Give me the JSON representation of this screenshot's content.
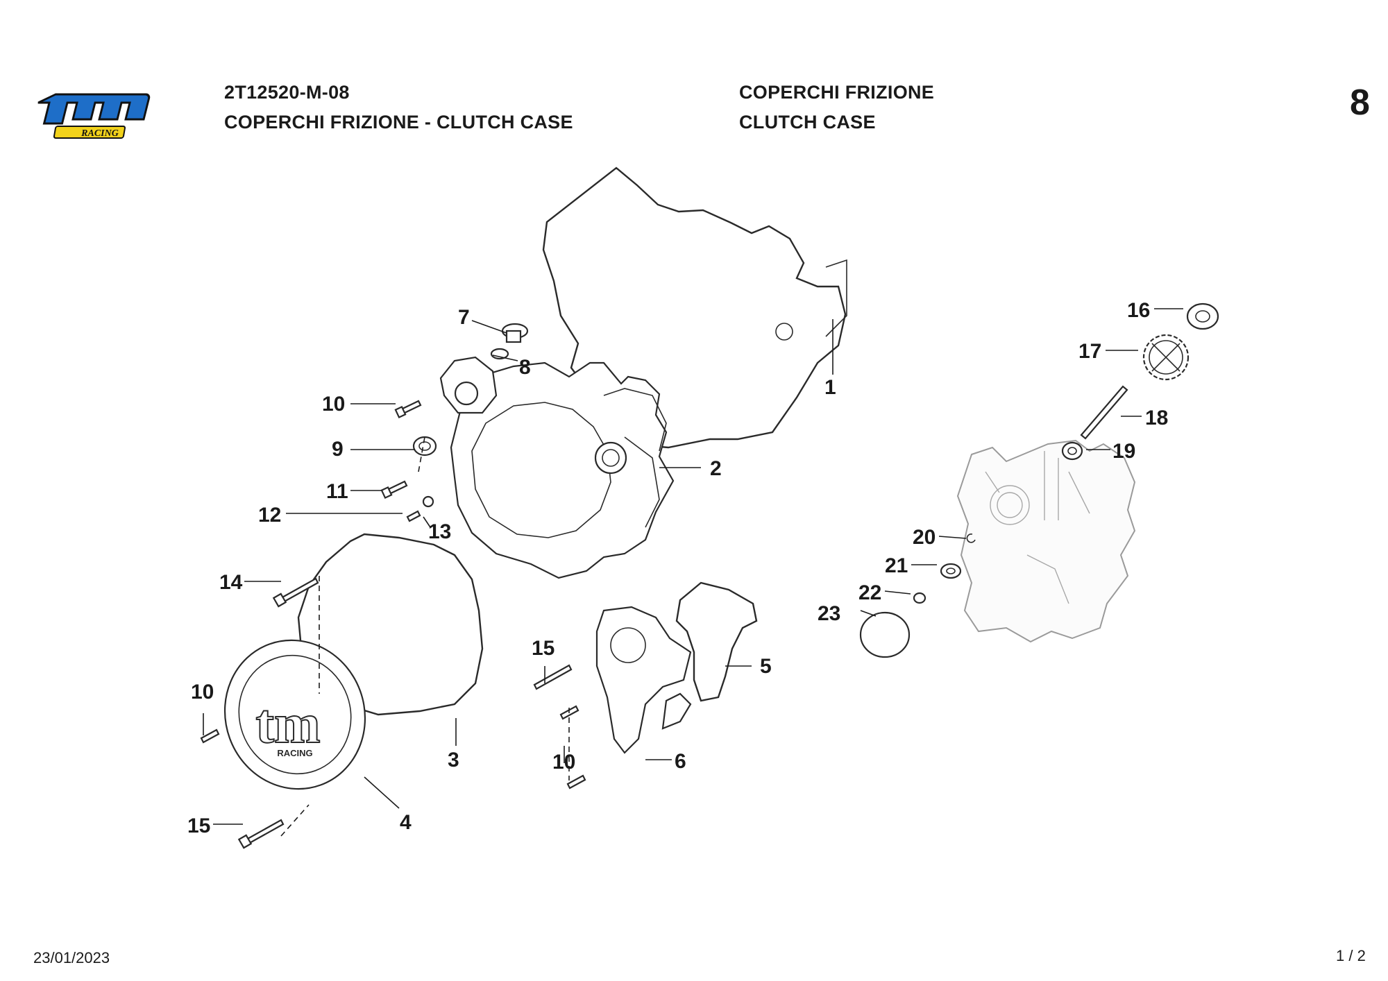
{
  "header": {
    "code": "2T12520-M-08",
    "subtitle_combined": "COPERCHI FRIZIONE - CLUTCH CASE",
    "title_it": "COPERCHI FRIZIONE",
    "title_en": "CLUTCH CASE",
    "page_number": "8"
  },
  "logo": {
    "brand": "tm",
    "tagline": "RACING",
    "colors": {
      "blue": "#1e6ec8",
      "yellow": "#f2d21b",
      "outline": "#111111"
    }
  },
  "footer": {
    "date": "23/01/2023",
    "page": "1 / 2"
  },
  "callouts": {
    "c1": "1",
    "c2": "2",
    "c3": "3",
    "c4": "4",
    "c5": "5",
    "c6": "6",
    "c7": "7",
    "c8": "8",
    "c9": "9",
    "c10a": "10",
    "c10b": "10",
    "c10c": "10",
    "c11": "11",
    "c12": "12",
    "c13": "13",
    "c14": "14",
    "c15a": "15",
    "c15b": "15",
    "c16": "16",
    "c17": "17",
    "c18": "18",
    "c19": "19",
    "c20": "20",
    "c21": "21",
    "c22": "22",
    "c23": "23"
  },
  "cover_emblem": {
    "brand": "tm",
    "tagline": "RACING"
  }
}
